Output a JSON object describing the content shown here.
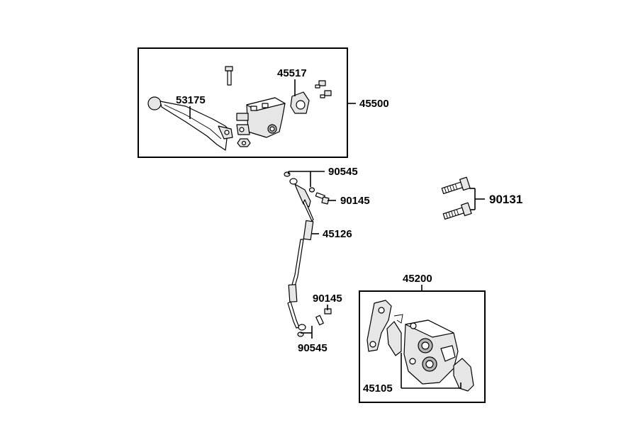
{
  "labels": {
    "p45517": "45517",
    "p53175": "53175",
    "p45500": "45500",
    "p90545_top": "90545",
    "p90145_top": "90145",
    "p90131": "90131",
    "p45126": "45126",
    "p45200": "45200",
    "p90145_bottom": "90145",
    "p90545_bottom": "90545",
    "p45105": "45105"
  }
}
